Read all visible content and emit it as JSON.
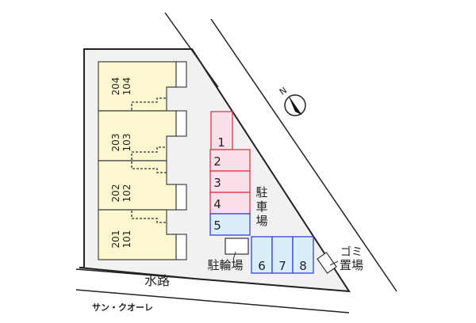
{
  "title": "サン・クオーレ",
  "compass": {
    "label": "N"
  },
  "units": [
    {
      "upper": "204",
      "lower": "104"
    },
    {
      "upper": "203",
      "lower": "103"
    },
    {
      "upper": "202",
      "lower": "102"
    },
    {
      "upper": "201",
      "lower": "101"
    }
  ],
  "parking": {
    "label_chars": [
      "駐",
      "車",
      "場"
    ],
    "spaces": [
      "1",
      "2",
      "3",
      "4",
      "5",
      "6",
      "7",
      "8"
    ]
  },
  "bicycle_parking": {
    "label": "駐輪場"
  },
  "garbage": {
    "line1": "ゴミ",
    "line2": "置場"
  },
  "waterway": {
    "label": "水路"
  },
  "colors": {
    "unit_fill": "#fdf7d0",
    "site_fill": "#f1f1f1",
    "parking_red_fill": "#fbe0ea",
    "parking_red_stroke": "#e2334f",
    "parking_blue_fill": "#d8eefb",
    "parking_blue_stroke": "#3a3fd0"
  }
}
